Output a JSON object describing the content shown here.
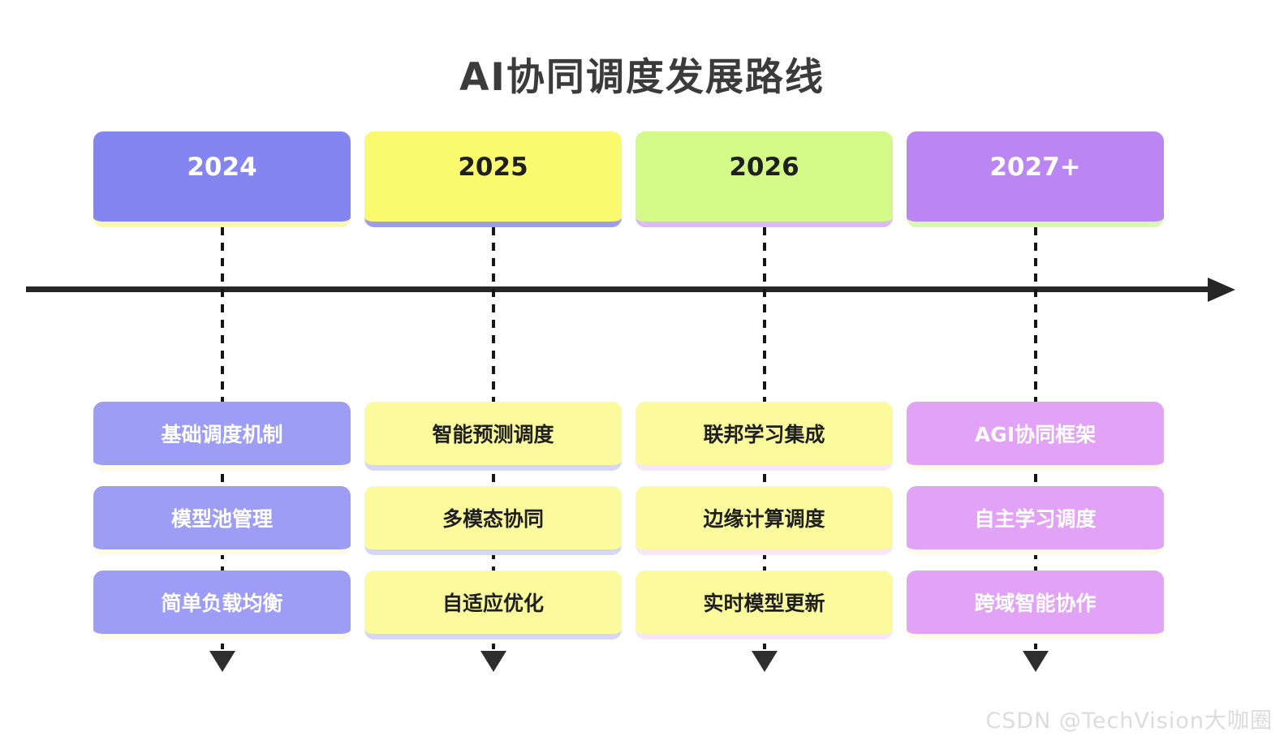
{
  "title": "AI协同调度发展路线",
  "watermark": "CSDN @TechVision大咖圈",
  "axis_color": "#262626",
  "dash_color": "#161616",
  "down_arrow_color": "#2e2e2e",
  "title_color": "#3b3b3b",
  "timeline": {
    "columns": [
      {
        "year": "2024",
        "items": [
          "基础调度机制",
          "模型池管理",
          "简单负载均衡"
        ],
        "colors": {
          "header_bg": "#8585F2",
          "header_strip": "#FAF8B0",
          "header_text": "#FFFFFF",
          "item_bg": "#9D9DF5",
          "item_strip": "#FFFBE6",
          "item_text": "#FFFFFF"
        }
      },
      {
        "year": "2025",
        "items": [
          "智能预测调度",
          "多模态协同",
          "自适应优化"
        ],
        "colors": {
          "header_bg": "#FAFA6E",
          "header_strip": "#9D9DEF",
          "header_text": "#1F1F1F",
          "item_bg": "#FBFB9E",
          "item_strip": "#D6D6F8",
          "item_text": "#1F1F1F"
        }
      },
      {
        "year": "2026",
        "items": [
          "联邦学习集成",
          "边缘计算调度",
          "实时模型更新"
        ],
        "colors": {
          "header_bg": "#D3FA88",
          "header_strip": "#DCBAF5",
          "header_text": "#1F1F1F",
          "item_bg": "#FBFB9E",
          "item_strip": "#F8E6FA",
          "item_text": "#1F1F1F"
        }
      },
      {
        "year": "2027+",
        "items": [
          "AGI协同框架",
          "自主学习调度",
          "跨域智能协作"
        ],
        "colors": {
          "header_bg": "#BA86F2",
          "header_strip": "#D9F8B3",
          "header_text": "#FFFFFF",
          "item_bg": "#E2A3F7",
          "item_strip": "#FFFBE6",
          "item_text": "#FFFFFF"
        }
      }
    ]
  }
}
